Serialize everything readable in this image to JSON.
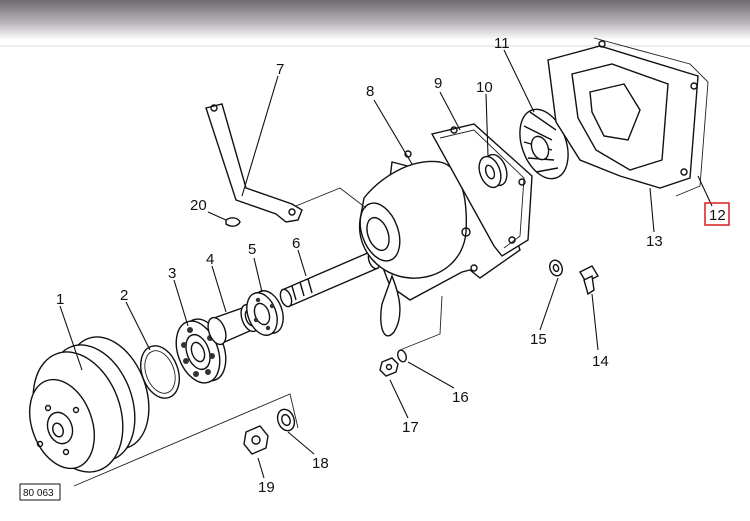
{
  "diagram": {
    "part_labels": {
      "p1": "1",
      "p2": "2",
      "p3": "3",
      "p4": "4",
      "p5": "5",
      "p6": "6",
      "p7": "7",
      "p8": "8",
      "p9": "9",
      "p10": "10",
      "p11": "11",
      "p12": "12",
      "p13": "13",
      "p14": "14",
      "p15": "15",
      "p16": "16",
      "p17": "17",
      "p18": "18",
      "p19": "19",
      "p20": "20"
    },
    "figure_code": "80 063",
    "highlight_color": "#d92b2b"
  }
}
